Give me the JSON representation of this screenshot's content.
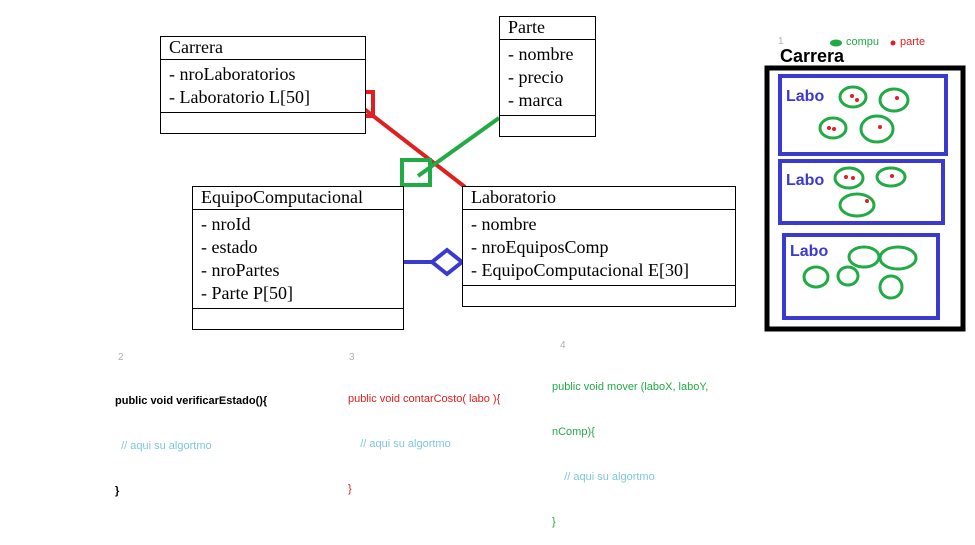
{
  "classes": {
    "carrera": {
      "name": "Carrera",
      "attrs": [
        "- nroLaboratorios",
        "- Laboratorio L[50]"
      ]
    },
    "parte": {
      "name": "Parte",
      "attrs": [
        "- nombre",
        "- precio",
        "- marca"
      ]
    },
    "equipo": {
      "name": "EquipoComputacional",
      "attrs": [
        "- nroId",
        "- estado",
        "- nroPartes",
        "- Parte P[50]"
      ]
    },
    "laboratorio": {
      "name": "Laboratorio",
      "attrs": [
        "- nombre",
        "- nroEquiposComp",
        "- EquipoComputacional E[30]"
      ]
    }
  },
  "colors": {
    "red": "#e02020",
    "green": "#22aa44",
    "blue": "#3a3ad0",
    "black": "#000000",
    "comment": "#7fc6de"
  },
  "code_blocks": [
    {
      "number": "2",
      "lines": [
        "public void verificarEstado(){",
        "  // aqui su algortmo",
        "}"
      ],
      "color": "#000000"
    },
    {
      "number": "3",
      "lines": [
        "public void contarCosto( labo ){",
        "    // aqui su algortmo",
        "}"
      ],
      "color": "#e02020"
    },
    {
      "number": "4",
      "lines": [
        "public void mover (laboX, laboY,",
        "nComp){",
        "    // aqui su algortmo",
        "}"
      ],
      "color": "#22aa44"
    }
  ],
  "sketch": {
    "number": "1",
    "legend_compu": "compu",
    "legend_parte": "parte",
    "title": "Carrera",
    "labo_labels": [
      "Labo",
      "Labo",
      "Labo"
    ]
  }
}
